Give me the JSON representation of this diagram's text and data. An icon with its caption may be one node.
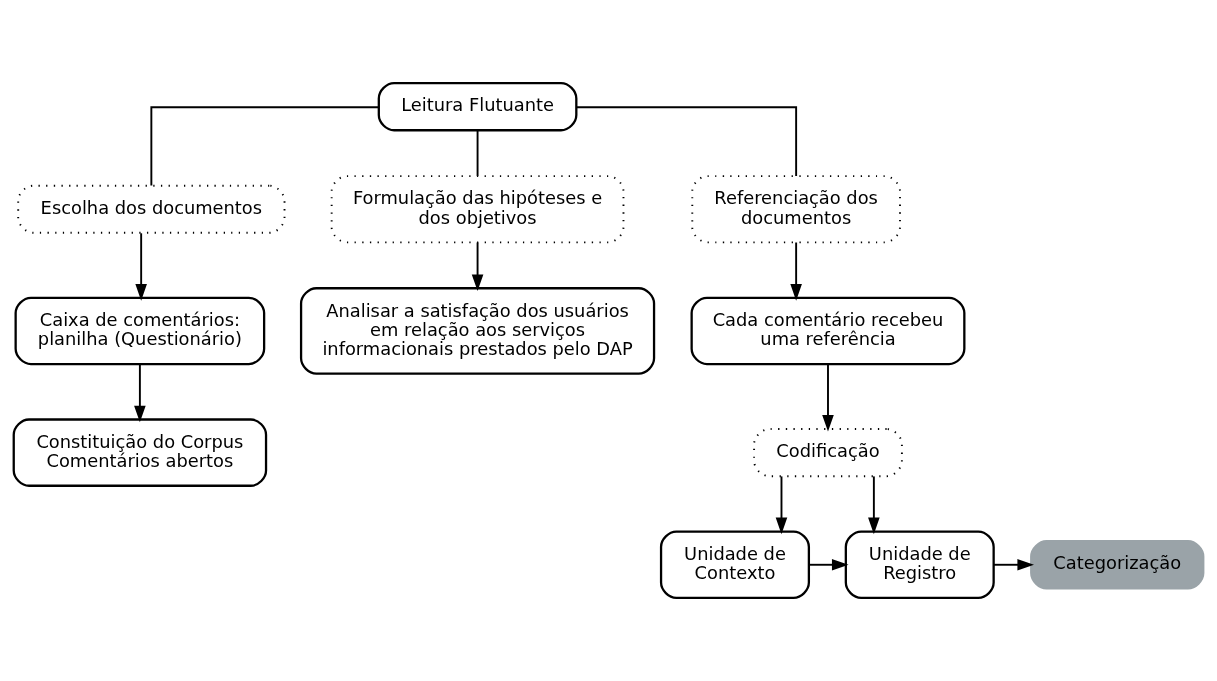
{
  "diagram": {
    "nodes": [
      {
        "text": [
          "Leitura Flutuante"
        ]
      },
      {
        "text": [
          "Escolha dos documentos"
        ]
      },
      {
        "text": [
          "Formulação das hipóteses e dos objetivos"
        ]
      },
      {
        "text": [
          "Referenciação dos documentos"
        ]
      },
      {
        "text": [
          "Caixa de comentários: planilha (Questionário)"
        ]
      },
      {
        "text": [
          "Analisar a satisfação dos usuários em relação aos serviços informacionais prestados pelo DAP"
        ]
      },
      {
        "text": [
          "Cada comentário recebeu uma referência"
        ]
      },
      {
        "text": [
          "Constituição do Corpus Comentários abertos"
        ]
      },
      {
        "text": [
          "Codificação"
        ]
      },
      {
        "text": [
          "Categorização"
        ]
      },
      {
        "text": [
          "Unidade de Registro"
        ]
      },
      {
        "text": [
          "Unidade de Contexto"
        ]
      }
    ],
    "edges": [
      {
        "from": 0,
        "to": 1,
        "arrow": "none"
      },
      {
        "from": 0,
        "to": 2,
        "arrow": "none"
      },
      {
        "from": 0,
        "to": 3,
        "arrow": "none"
      },
      {
        "from": 1,
        "to": 4,
        "arrow": "to"
      },
      {
        "from": 2,
        "to": 5,
        "arrow": "to"
      },
      {
        "from": 3,
        "to": 6,
        "arrow": "to"
      },
      {
        "from": 4,
        "to": 7,
        "arrow": "to"
      },
      {
        "from": 6,
        "to": 8,
        "arrow": "to"
      },
      {
        "from": 8,
        "to": 10,
        "arrow": "to"
      },
      {
        "from": 8,
        "to": 11,
        "arrow": "to"
      },
      {
        "from": 11,
        "to": 10,
        "arrow": "to"
      },
      {
        "from": 10,
        "to": 9,
        "arrow": "to"
      }
    ]
  }
}
